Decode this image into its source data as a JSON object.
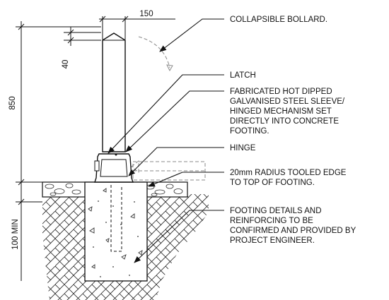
{
  "dimensions": {
    "width_label": "150",
    "tip_label": "40",
    "height_label": "850",
    "depth_label": "100 MIN"
  },
  "callouts": {
    "bollard": [
      "COLLAPSIBLE BOLLARD."
    ],
    "latch": [
      "LATCH"
    ],
    "sleeve": [
      "FABRICATED HOT DIPPED",
      "GALVANISED STEEL SLEEVE/",
      "HINGED MECHANISM SET",
      "DIRECTLY INTO CONCRETE",
      "FOOTING."
    ],
    "hinge": [
      "HINGE"
    ],
    "edge": [
      "20mm RADIUS TOOLED EDGE",
      "TO TOP OF FOOTING."
    ],
    "footing": [
      "FOOTING DETAILS AND",
      "REINFORCING TO BE",
      "CONFIRMED AND PROVIDED BY",
      "PROJECT ENGINEER."
    ]
  }
}
